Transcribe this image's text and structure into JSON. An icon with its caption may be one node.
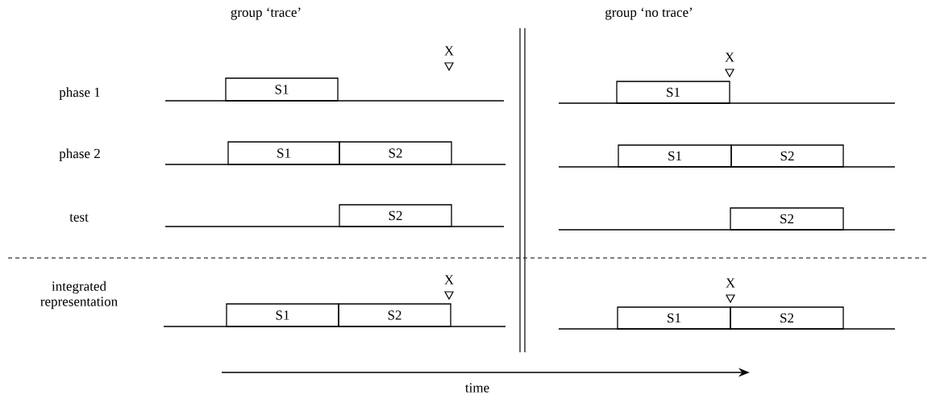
{
  "diagram": {
    "nodes": [
      {
        "text": [
          "S1"
        ]
      },
      {
        "text": [
          "S1"
        ]
      },
      {
        "text": [
          "S1"
        ]
      },
      {
        "text": [
          "S2"
        ]
      },
      {
        "text": [
          "S1"
        ]
      },
      {
        "text": [
          "S2"
        ]
      },
      {
        "text": [
          "S2"
        ]
      },
      {
        "text": [
          "S2"
        ]
      },
      {
        "text": [
          "S1"
        ]
      },
      {
        "text": [
          "S2"
        ]
      },
      {
        "text": [
          "S1"
        ]
      },
      {
        "text": [
          "S2"
        ]
      }
    ],
    "labels": [
      "group ‘trace’",
      "group ‘no trace’",
      "X",
      "X",
      "phase 1",
      "phase 2",
      "test",
      "integrated representation",
      "X",
      "X",
      "time"
    ]
  }
}
